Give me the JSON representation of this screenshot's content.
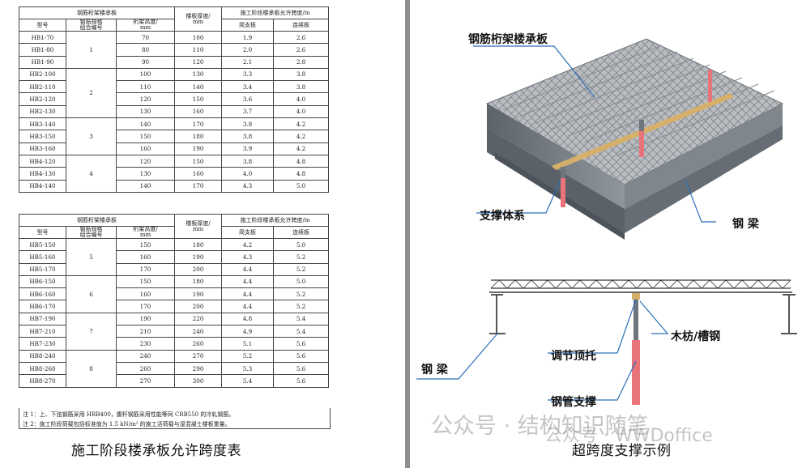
{
  "table1": {
    "title": "钢筋桁架楼承板",
    "headers": {
      "model": "型号",
      "combo": "钢筋规格\n组合编号",
      "height": "桁架高度/\nmm",
      "thickness": "楼板厚度/\nmm",
      "span_group": "施工阶段楼承板允许跨度/m",
      "simple": "简支板",
      "continuous": "连续板"
    },
    "rows": [
      [
        "HB1-70",
        "70",
        "100",
        "1.9",
        "2.6"
      ],
      [
        "HB1-80",
        "80",
        "110",
        "2.0",
        "2.6"
      ],
      [
        "HB1-90",
        "90",
        "120",
        "2.1",
        "2.8"
      ],
      [
        "HB2-100",
        "100",
        "130",
        "3.3",
        "3.8"
      ],
      [
        "HB2-110",
        "110",
        "140",
        "3.4",
        "3.8"
      ],
      [
        "HB2-120",
        "120",
        "150",
        "3.6",
        "4.0"
      ],
      [
        "HB2-130",
        "130",
        "160",
        "3.7",
        "4.0"
      ],
      [
        "HB3-140",
        "140",
        "170",
        "3.8",
        "4.2"
      ],
      [
        "HB3-150",
        "150",
        "180",
        "3.8",
        "4.2"
      ],
      [
        "HB3-160",
        "160",
        "190",
        "3.9",
        "4.2"
      ],
      [
        "HB4-120",
        "120",
        "150",
        "3.8",
        "4.8"
      ],
      [
        "HB4-130",
        "130",
        "160",
        "4.0",
        "4.8"
      ],
      [
        "HB4-140",
        "140",
        "170",
        "4.3",
        "5.0"
      ]
    ],
    "groups": [
      "1",
      "2",
      "3",
      "4"
    ]
  },
  "table2": {
    "title": "钢筋桁架楼承板",
    "headers": {
      "model": "型号",
      "combo": "钢筋规格\n组合编号",
      "height": "桁架高度/\nmm",
      "thickness": "楼板厚度/\nmm",
      "span_group": "施工阶段楼承板允许跨度/m",
      "simple": "简支板",
      "continuous": "连续板"
    },
    "rows": [
      [
        "HB5-150",
        "150",
        "180",
        "4.2",
        "5.0"
      ],
      [
        "HB5-160",
        "160",
        "190",
        "4.3",
        "5.2"
      ],
      [
        "HB5-170",
        "170",
        "200",
        "4.4",
        "5.2"
      ],
      [
        "HB6-150",
        "150",
        "180",
        "4.4",
        "5.0"
      ],
      [
        "HB6-160",
        "160",
        "190",
        "4.4",
        "5.2"
      ],
      [
        "HB6-170",
        "170",
        "200",
        "4.4",
        "5.2"
      ],
      [
        "HB7-190",
        "190",
        "220",
        "4.8",
        "5.4"
      ],
      [
        "HB7-210",
        "210",
        "240",
        "4.9",
        "5.4"
      ],
      [
        "HB7-230",
        "230",
        "260",
        "5.1",
        "5.6"
      ],
      [
        "HB8-240",
        "240",
        "270",
        "5.2",
        "5.6"
      ],
      [
        "HB8-260",
        "260",
        "290",
        "5.3",
        "5.6"
      ],
      [
        "HB8-270",
        "270",
        "300",
        "5.4",
        "5.6"
      ]
    ],
    "groups": [
      "5",
      "6",
      "7",
      "8"
    ],
    "notes": [
      "注 1：上、下弦钢筋采用 HRB400，腹杆钢筋采用性能等同 CRB550 的冷轧钢筋。",
      "注 2：施工阶段荷载包括标准值为 1.5 kN/m² 的施工活荷载与湿混凝土楼板重量。"
    ]
  },
  "left_caption": "施工阶段楼承板允许跨度表",
  "right": {
    "label_deck": "钢筋桁架楼承板",
    "label_support_system": "支撑体系",
    "label_steel_beam_top": "钢  梁",
    "label_steel_beam_bottom": "钢  梁",
    "label_wood_channel": "木枋/槽钢",
    "label_adjust_top": "调节顶托",
    "label_steel_pipe": "钢管支撑",
    "caption": "超跨度支撑示例"
  },
  "watermark": {
    "text1": "公众号 · 结构知识随笔",
    "text2": "公众号 · WWDoffice"
  },
  "colors": {
    "deck_gray": "#8f9499",
    "beam_gray": "#6e757c",
    "support_red": "#e9737a",
    "wood": "#d6b06a",
    "leader_blue": "#2a6fb8",
    "divider": "#8e8e8e"
  }
}
